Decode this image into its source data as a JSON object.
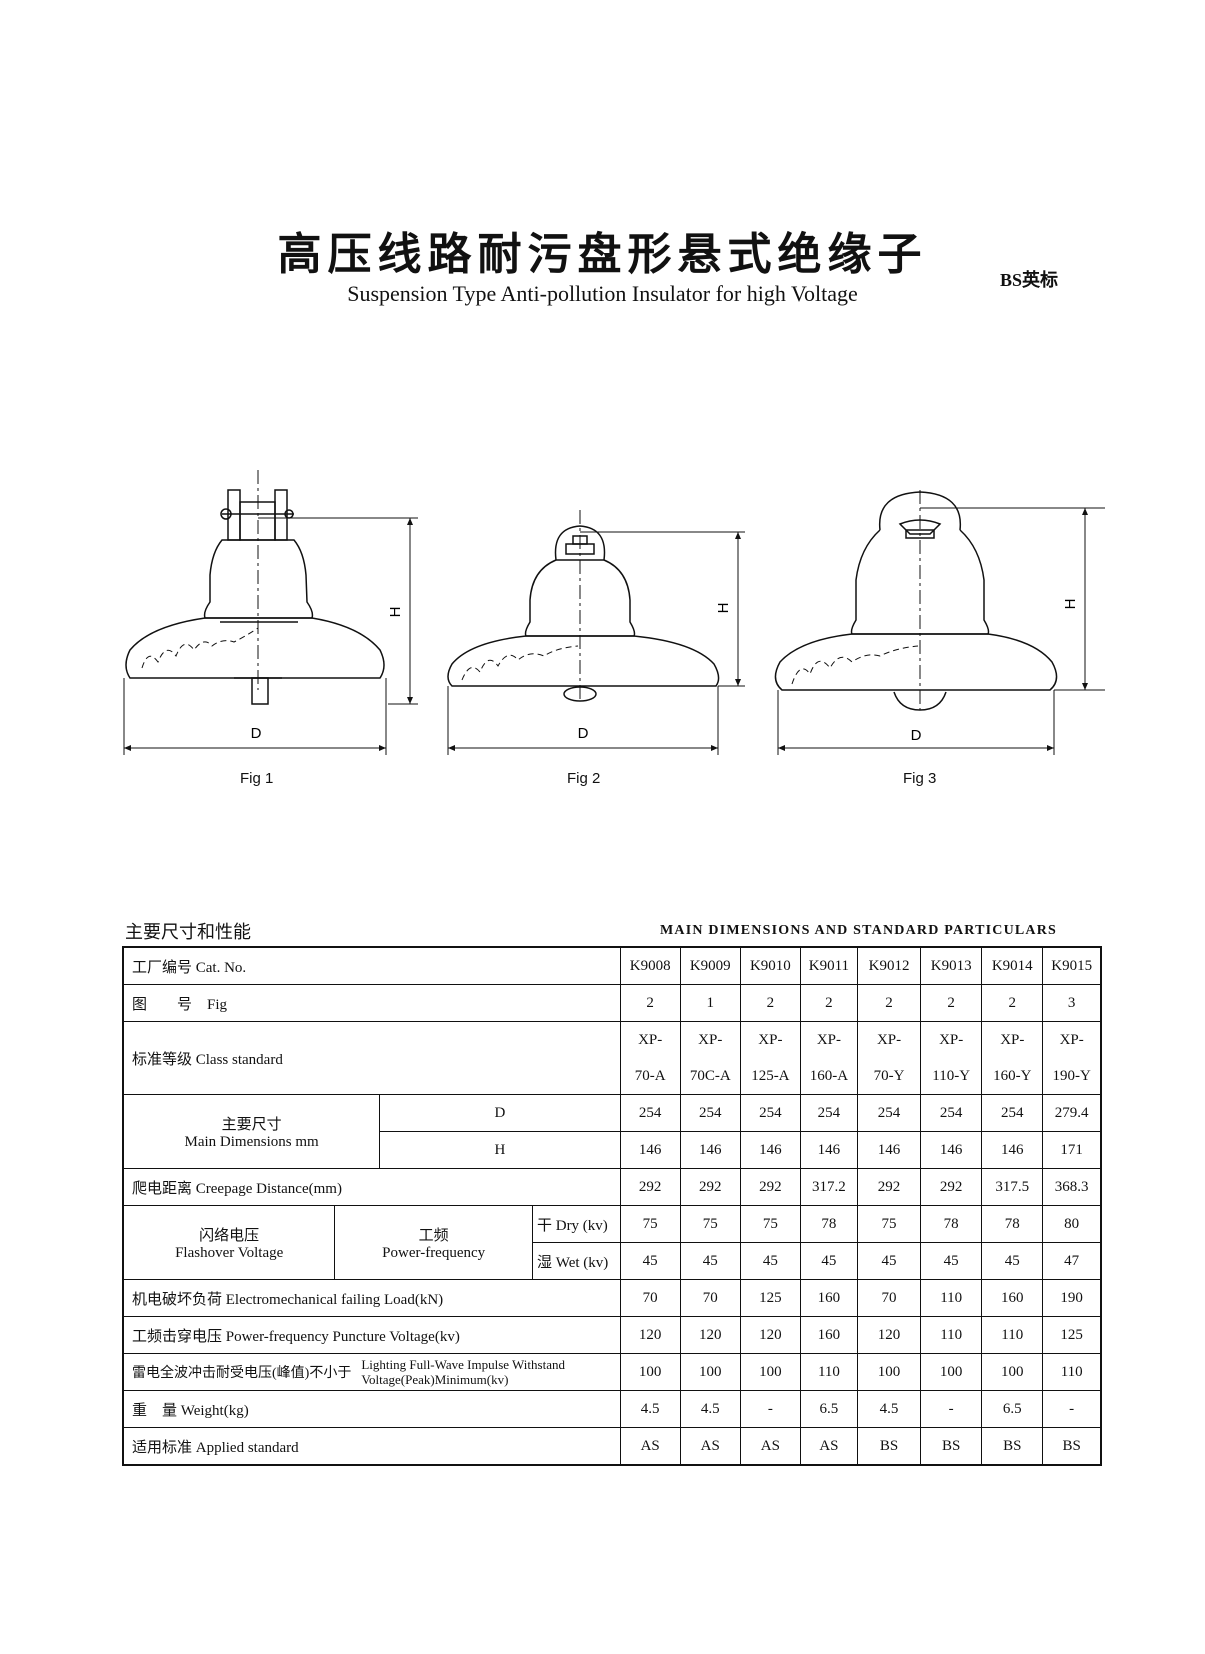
{
  "header": {
    "title_cn": "高压线路耐污盘形悬式绝缘子",
    "title_en": "Suspension Type Anti-pollution Insulator for high Voltage",
    "standard_badge": "BS英标"
  },
  "figures": [
    {
      "caption": "Fig 1",
      "dim_d": "D",
      "dim_h": "H"
    },
    {
      "caption": "Fig 2",
      "dim_d": "D",
      "dim_h": "H"
    },
    {
      "caption": "Fig 3",
      "dim_d": "D",
      "dim_h": "H"
    }
  ],
  "section": {
    "title_cn": "主要尺寸和性能",
    "title_en": "MAIN DIMENSIONS AND STANDARD PARTICULARS"
  },
  "table": {
    "cat_label": "工厂编号 Cat. No.",
    "cat": [
      "K9008",
      "K9009",
      "K9010",
      "K9011",
      "K9012",
      "K9013",
      "K9014",
      "K9015"
    ],
    "fig_label": "图　　号　Fig",
    "fig": [
      "2",
      "1",
      "2",
      "2",
      "2",
      "2",
      "2",
      "3"
    ],
    "class_label": "标准等级 Class  standard",
    "class_top": [
      "XP-",
      "XP-",
      "XP-",
      "XP-",
      "XP-",
      "XP-",
      "XP-",
      "XP-"
    ],
    "class_bottom": [
      "70-A",
      "70C-A",
      "125-A",
      "160-A",
      "70-Y",
      "110-Y",
      "160-Y",
      "190-Y"
    ],
    "dim_label_cn": "主要尺寸",
    "dim_label_en": "Main Dimensions mm",
    "dim_d_label": "D",
    "dim_h_label": "H",
    "dim_d": [
      "254",
      "254",
      "254",
      "254",
      "254",
      "254",
      "254",
      "279.4"
    ],
    "dim_h": [
      "146",
      "146",
      "146",
      "146",
      "146",
      "146",
      "146",
      "171"
    ],
    "creepage_label": "爬电距离 Creepage Distance(mm)",
    "creepage": [
      "292",
      "292",
      "292",
      "317.2",
      "292",
      "292",
      "317.5",
      "368.3"
    ],
    "flash_label_cn": "闪络电压",
    "flash_label_en": "Flashover Voltage",
    "pf_label_cn": "工频",
    "pf_label_en": "Power-frequency",
    "dry_label": "干 Dry (kv)",
    "wet_label": "湿  Wet (kv)",
    "dry": [
      "75",
      "75",
      "75",
      "78",
      "75",
      "78",
      "78",
      "80"
    ],
    "wet": [
      "45",
      "45",
      "45",
      "45",
      "45",
      "45",
      "45",
      "47"
    ],
    "emload_label": "机电破坏负荷 Electromechanical failing Load(kN)",
    "emload": [
      "70",
      "70",
      "125",
      "160",
      "70",
      "110",
      "160",
      "190"
    ],
    "puncture_label": "工频击穿电压 Power-frequency Puncture Voltage(kv)",
    "puncture": [
      "120",
      "120",
      "120",
      "160",
      "120",
      "110",
      "110",
      "125"
    ],
    "impulse_label_cn": "雷电全波冲击耐受电压(峰值)不小于",
    "impulse_label_en1": "Lighting Full-Wave Impulse Withstand",
    "impulse_label_en2": "Voltage(Peak)Minimum(kv)",
    "impulse": [
      "100",
      "100",
      "100",
      "110",
      "100",
      "100",
      "100",
      "110"
    ],
    "weight_label": "重　量 Weight(kg)",
    "weight": [
      "4.5",
      "4.5",
      "-",
      "6.5",
      "4.5",
      "-",
      "6.5",
      "-"
    ],
    "std_label": "适用标准  Applied standard",
    "std": [
      "AS",
      "AS",
      "AS",
      "AS",
      "BS",
      "BS",
      "BS",
      "BS"
    ]
  }
}
